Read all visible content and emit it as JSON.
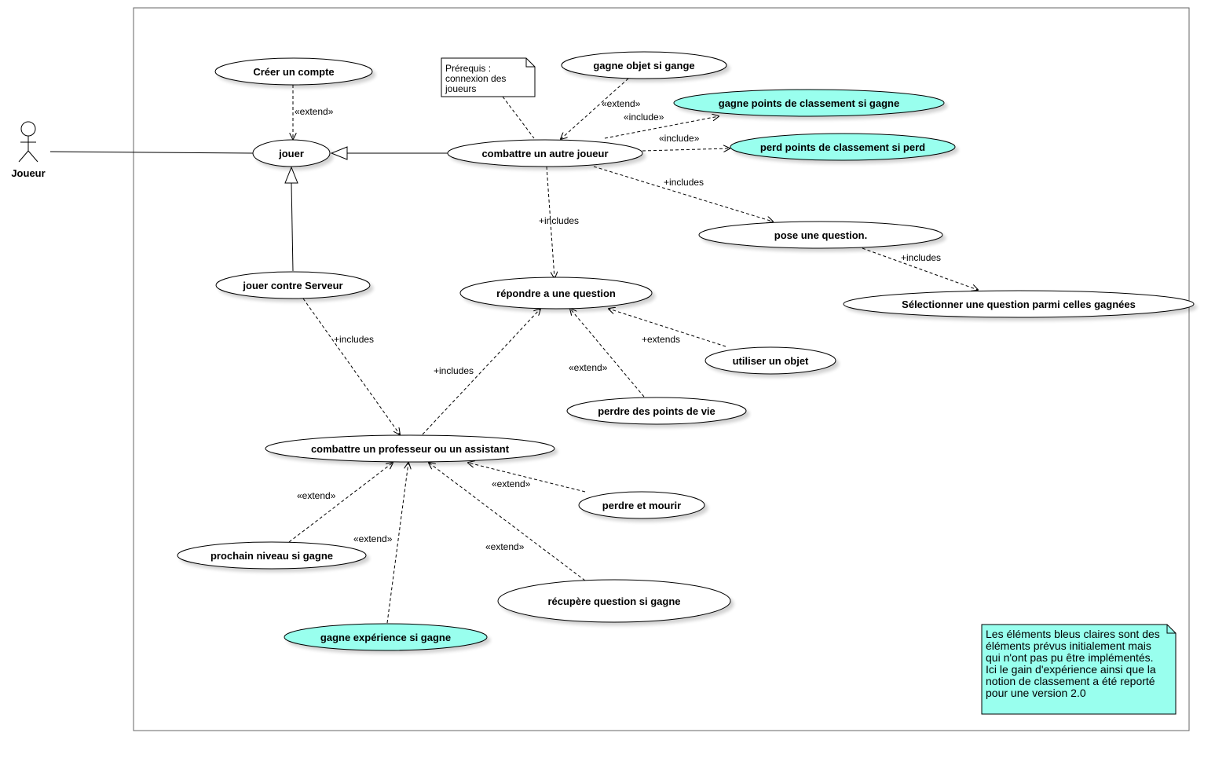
{
  "actor": {
    "name": "Joueur"
  },
  "colors": {
    "highlight": "#99ffee",
    "default_fill": "#ffffff",
    "stroke": "#000000"
  },
  "use_cases": {
    "creer_compte": "Créer un compte",
    "jouer": "jouer",
    "jouer_serveur": "jouer contre Serveur",
    "combattre_joueur": "combattre un autre joueur",
    "gagne_objet": "gagne objet si gange",
    "gagne_points": "gagne points de classement si gagne",
    "perd_points": "perd points de classement si perd",
    "pose_question": "pose une question.",
    "selectionner_question": "Sélectionner une question parmi celles gagnées",
    "repondre_question": "répondre a une question",
    "utiliser_objet": "utiliser un objet",
    "perdre_vie": "perdre des points de vie",
    "combattre_prof": "combattre un professeur ou un assistant",
    "perdre_mourir": "perdre et mourir",
    "prochain_niveau": "prochain niveau si gagne",
    "recupere_question": "récupère question si gagne",
    "gagne_experience": "gagne expérience si gagne"
  },
  "relation_labels": {
    "extend": "«extend»",
    "include": "«include»",
    "includes": "+includes",
    "extends": "+extends"
  },
  "notes": {
    "prerequis": [
      "Prérequis :",
      "connexion des",
      "joueurs"
    ],
    "legend": [
      "Les éléments bleus claires sont des",
      "éléments prévus initialement mais",
      "qui n'ont pas pu être implémentés.",
      "Ici le gain d'expérience ainsi que la",
      "notion de classement a été reporté",
      "pour une version 2.0"
    ]
  }
}
